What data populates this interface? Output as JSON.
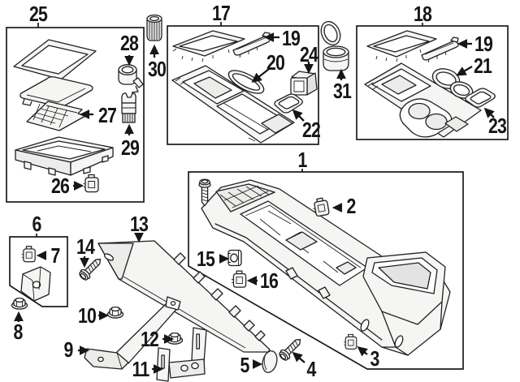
{
  "figure": {
    "type": "exploded-parts-diagram",
    "subject": "center-console-components",
    "background_color": "#ffffff",
    "line_color": "#231f20",
    "callouts": [
      {
        "num": "25"
      },
      {
        "num": "28"
      },
      {
        "num": "30"
      },
      {
        "num": "27"
      },
      {
        "num": "29"
      },
      {
        "num": "26"
      },
      {
        "num": "17"
      },
      {
        "num": "19"
      },
      {
        "num": "20"
      },
      {
        "num": "24"
      },
      {
        "num": "22"
      },
      {
        "num": "31"
      },
      {
        "num": "18"
      },
      {
        "num": "19"
      },
      {
        "num": "21"
      },
      {
        "num": "23"
      },
      {
        "num": "1"
      },
      {
        "num": "2"
      },
      {
        "num": "15"
      },
      {
        "num": "16"
      },
      {
        "num": "3"
      },
      {
        "num": "6"
      },
      {
        "num": "7"
      },
      {
        "num": "8"
      },
      {
        "num": "14"
      },
      {
        "num": "13"
      },
      {
        "num": "10"
      },
      {
        "num": "9"
      },
      {
        "num": "12"
      },
      {
        "num": "11"
      },
      {
        "num": "5"
      },
      {
        "num": "4"
      }
    ]
  }
}
